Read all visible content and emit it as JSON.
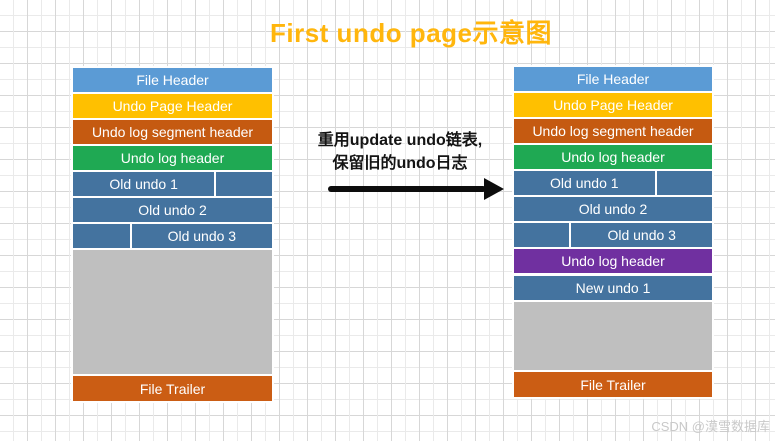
{
  "title": {
    "text": "First undo page示意图",
    "color": "#FFB60D"
  },
  "note": {
    "line1": "重用update undo链表,",
    "line2": "保留旧的undo日志",
    "color": "#141414"
  },
  "arrow": {
    "direction": "right",
    "color": "#0d0d0d"
  },
  "watermark": {
    "text": "CSDN @漠雪数据库",
    "color": "#c9c9c9"
  },
  "palette": {
    "file_header_blue": "#5B9BD5",
    "undo_page_header_yellow": "#FFC000",
    "segment_header_rust": "#C55A11",
    "undo_log_header_green": "#1FA953",
    "undo_record_steel_blue": "#44739F",
    "reused_undo_log_header_purple": "#7030A0",
    "free_space_gray": "#BFBFBF",
    "file_trailer_orange": "#CB5D14"
  },
  "left_page": {
    "name": "before-reuse-page",
    "blocks": [
      {
        "name": "file-header-block",
        "label": "File Header",
        "color": "#5B9BD5"
      },
      {
        "name": "undo-page-header-block",
        "label": "Undo Page Header",
        "color": "#FFC000"
      },
      {
        "name": "undo-log-segment-header-block",
        "label": "Undo log segment header",
        "color": "#C55A11"
      },
      {
        "name": "undo-log-header-block",
        "label": "Undo log header",
        "color": "#1FA953"
      },
      {
        "name": "old-undo-1-block",
        "label": "Old undo 1",
        "color": "#44739F",
        "divider_at": "71%",
        "text_side": "left"
      },
      {
        "name": "old-undo-2-block",
        "label": "Old undo 2",
        "color": "#44739F"
      },
      {
        "name": "old-undo-3-block",
        "label": "Old undo 3",
        "color": "#44739F",
        "divider_at": "28.5%",
        "text_side": "right"
      },
      {
        "name": "free-space-block",
        "label": "",
        "color": "#BFBFBF",
        "height": 124
      },
      {
        "name": "file-trailer-block",
        "label": "File Trailer",
        "color": "#CB5D14",
        "height": 25
      }
    ]
  },
  "right_page": {
    "name": "after-reuse-page",
    "blocks": [
      {
        "name": "file-header-block",
        "label": "File Header",
        "color": "#5B9BD5"
      },
      {
        "name": "undo-page-header-block",
        "label": "Undo Page Header",
        "color": "#FFC000"
      },
      {
        "name": "undo-log-segment-header-block",
        "label": "Undo log segment header",
        "color": "#C55A11"
      },
      {
        "name": "undo-log-header-block",
        "label": "Undo log header",
        "color": "#1FA953"
      },
      {
        "name": "old-undo-1-block",
        "label": "Old undo 1",
        "color": "#44739F",
        "divider_at": "71%",
        "text_side": "left"
      },
      {
        "name": "old-undo-2-block",
        "label": "Old undo 2",
        "color": "#44739F"
      },
      {
        "name": "old-undo-3-block",
        "label": "Old undo 3",
        "color": "#44739F",
        "divider_at": "28%",
        "text_side": "right"
      },
      {
        "name": "reused-undo-log-header-block",
        "label": "Undo log header",
        "color": "#7030A0"
      },
      {
        "name": "new-undo-1-block",
        "label": "New undo 1",
        "color": "#44739F",
        "gap_before": 3
      },
      {
        "name": "free-space-block",
        "label": "",
        "color": "#BFBFBF",
        "height": 68
      },
      {
        "name": "file-trailer-block",
        "label": "File Trailer",
        "color": "#CB5D14",
        "height": 25
      }
    ]
  }
}
